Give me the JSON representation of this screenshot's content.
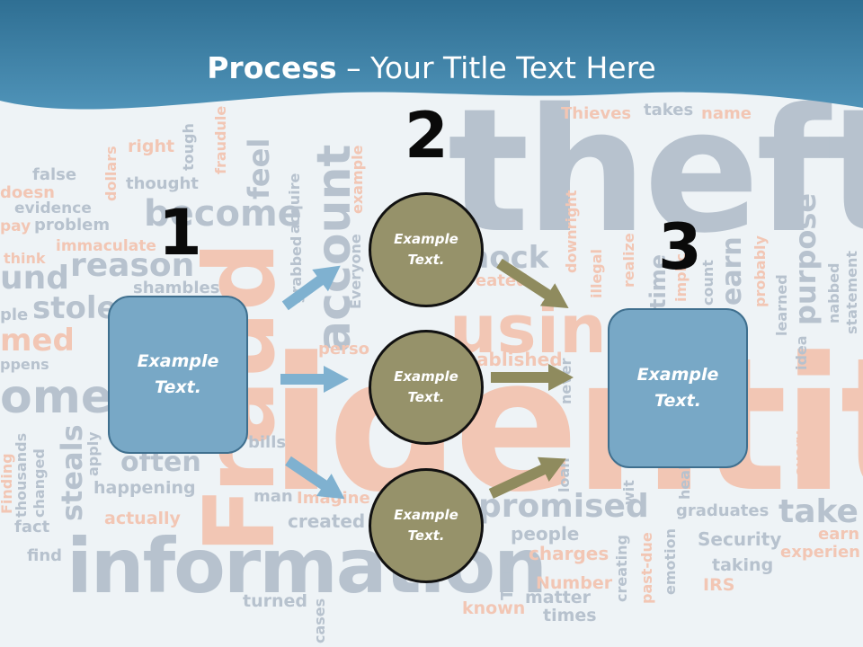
{
  "title": {
    "bold": "Process",
    "rest": " – Your Title Text Here"
  },
  "colors": {
    "header": "#3f7fa3",
    "box": "#78a8c6",
    "circle": "#96926a",
    "arrow_blue": "#7fb1d0",
    "arrow_olive": "#8f8b5e"
  },
  "steps": {
    "one": "1",
    "two": "2",
    "three": "3"
  },
  "boxes": {
    "left": "Example\nText.",
    "right": "Example\nText."
  },
  "circles": [
    "Example\nText.",
    "Example\nText.",
    "Example\nText."
  ]
}
